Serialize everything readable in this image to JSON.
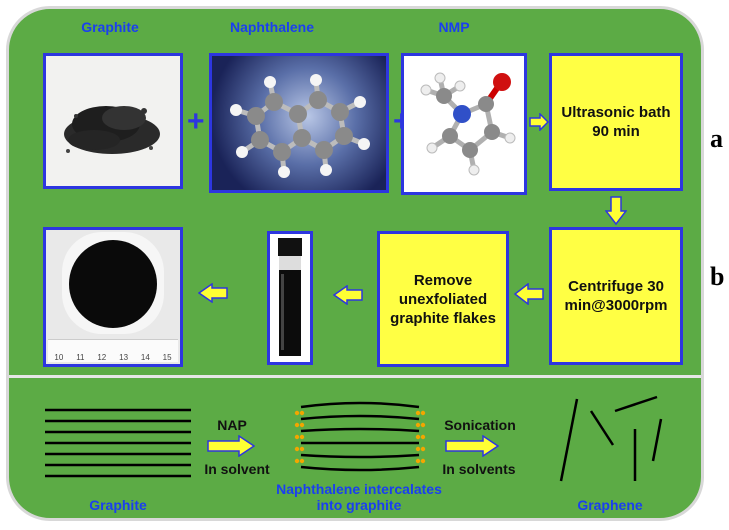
{
  "labels": {
    "graphite_top": "Graphite",
    "naphthalene": "Naphthalene",
    "nmp": "NMP",
    "side_a": "a",
    "side_b": "b"
  },
  "steps": {
    "ultrasonic": "Ultrasonic bath\n90 min",
    "centrifuge": "Centrifuge 30\nmin@3000rpm",
    "remove": "Remove\nunexfoliated\ngraphite flakes"
  },
  "scheme": {
    "nap": "NAP",
    "in_solvent": "In solvent",
    "sonication": "Sonication",
    "in_solvents": "In solvents",
    "graphite_bottom": "Graphite",
    "intercalates": "Naphthalene intercalates\ninto graphite",
    "graphene": "Graphene"
  },
  "ruler_ticks": [
    "10",
    "11",
    "12",
    "13",
    "14",
    "15"
  ],
  "colors": {
    "panel_green": "#5cab45",
    "box_border": "#2d36e0",
    "step_yellow": "#ffff44",
    "arrow_yellow": "#ffff33",
    "label_blue": "#1a3ff0"
  }
}
